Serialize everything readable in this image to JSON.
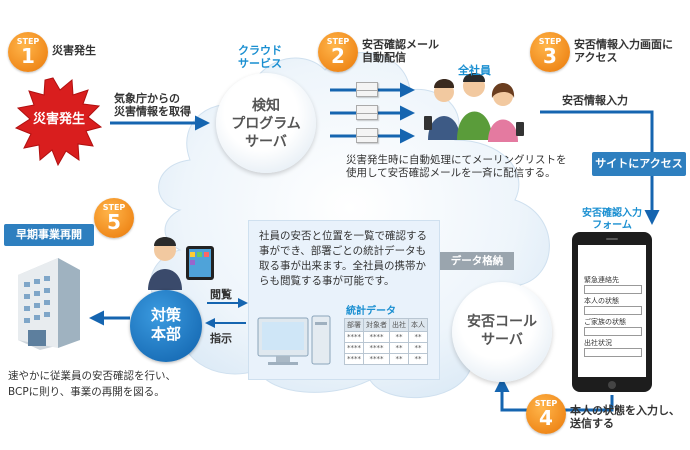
{
  "steps": {
    "step1": {
      "label": "STEP",
      "num": "1",
      "title": "災害発生"
    },
    "step2": {
      "label": "STEP",
      "num": "2",
      "title_line1": "安否確認メール",
      "title_line2": "自動配信"
    },
    "step3": {
      "label": "STEP",
      "num": "3",
      "title_line1": "安否情報入力画面に",
      "title_line2": "アクセス"
    },
    "step4": {
      "label": "STEP",
      "num": "4",
      "title_line1": "本人の状態を入力し、",
      "title_line2": "送信する"
    },
    "step5": {
      "label": "STEP",
      "num": "5"
    }
  },
  "disaster": {
    "label": "災害発生"
  },
  "cloud": {
    "label_line1": "クラウド",
    "label_line2": "サービス"
  },
  "meteorology": {
    "line1": "気象庁からの",
    "line2": "災害情報を取得"
  },
  "detect_server": {
    "line1": "検知",
    "line2": "プログラム",
    "line3": "サーバ"
  },
  "employees": {
    "label": "全社員"
  },
  "anpi_input": {
    "label": "安否情報入力"
  },
  "mail_desc": {
    "line1": "災害発生時に自動処理にてメーリングリストを",
    "line2": "使用して安否確認メールを一斉に配信する。"
  },
  "site_access": {
    "label": "サイトにアクセス"
  },
  "form": {
    "title_line1": "安否確認入力",
    "title_line2": "フォーム",
    "fields": [
      {
        "label": "緊急連絡先"
      },
      {
        "label": "本人の状態"
      },
      {
        "label": "ご家族の状態"
      },
      {
        "label": "出社状況"
      }
    ]
  },
  "data_store": {
    "label": "データ格納"
  },
  "call_server": {
    "line1": "安否コール",
    "line2": "サーバ"
  },
  "info_box": {
    "line1": "社員の安否と位置を一覧で確認する",
    "line2": "事ができ、部署ごとの統計データも",
    "line3": "取る事が出来ます。全社員の携帯か",
    "line4": "らも閲覧する事が可能です。"
  },
  "stats": {
    "title": "統計データ",
    "headers": [
      "部署",
      "対象者",
      "出社",
      "本人"
    ],
    "rows": [
      [
        "****",
        "****",
        "**",
        "**"
      ],
      [
        "****",
        "****",
        "**",
        "**"
      ],
      [
        "****",
        "****",
        "**",
        "**"
      ]
    ]
  },
  "hq": {
    "line1": "対策",
    "line2": "本部"
  },
  "view": {
    "label": "閲覧"
  },
  "instruct": {
    "label": "指示"
  },
  "resume": {
    "label": "早期事業再開"
  },
  "bottom_desc": {
    "line1": "速やかに従業員の安否確認を行い、",
    "line2": "BCPに則り、事業の再開を図る。"
  },
  "colors": {
    "step_orange": "#f08a1c",
    "arrow_blue": "#1565b0",
    "disaster_red": "#d91e1e",
    "label_blue": "#2e7fbf",
    "cloud_fill": "#eaf3fb"
  }
}
